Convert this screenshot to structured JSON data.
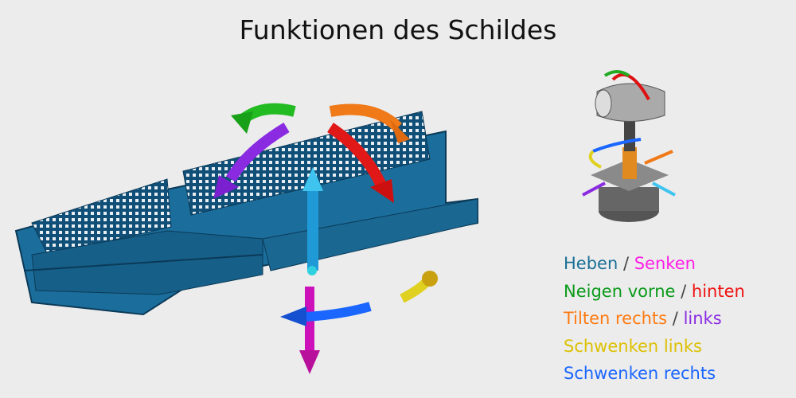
{
  "title": "Funktionen des Schildes",
  "legend": [
    {
      "a": "Heben",
      "a_color": "#1a6f96",
      "sep": " / ",
      "b": "Senken",
      "b_color": "#ff1ee6"
    },
    {
      "a": "Neigen vorne",
      "a_color": "#0a9a1a",
      "sep": " / ",
      "b": "hinten",
      "b_color": "#ee1111"
    },
    {
      "a": "Tilten rechts",
      "a_color": "#ff7a10",
      "sep": " / ",
      "b": "links",
      "b_color": "#8a2be2"
    },
    {
      "a": "Schwenken links",
      "a_color": "#ddc000"
    },
    {
      "a": "Schwenken rechts",
      "a_color": "#1a66ff"
    }
  ]
}
